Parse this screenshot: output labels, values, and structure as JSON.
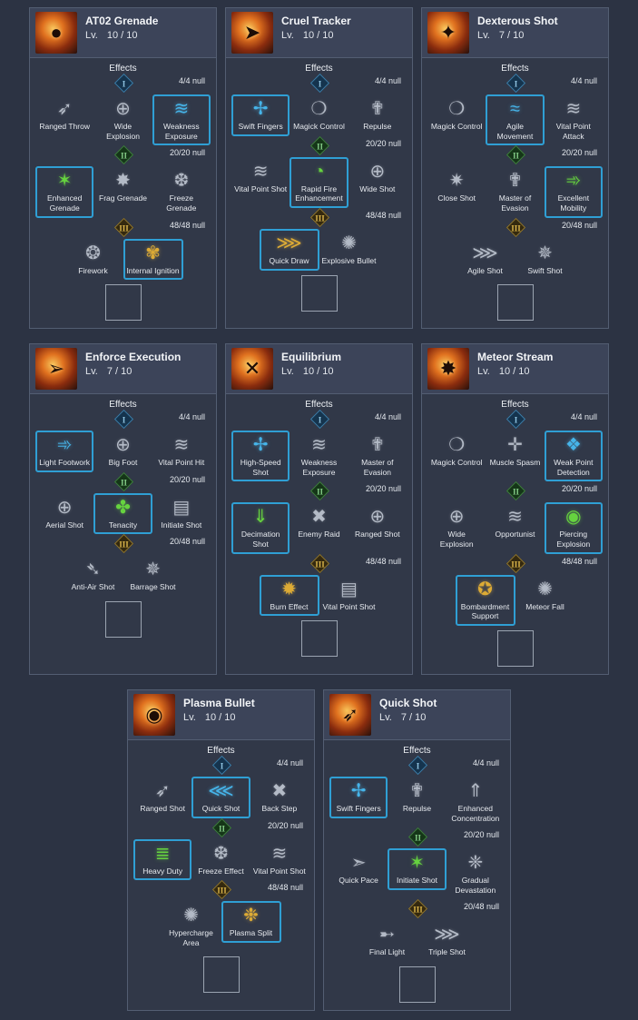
{
  "page": {
    "bg": "#2c3343",
    "highlight_border": "#2f9fd4"
  },
  "labels": {
    "effects": "Effects",
    "level_prefix": "Lv."
  },
  "cards": [
    {
      "title": "AT02 Grenade",
      "level": "10 / 10",
      "art_glyph": "●",
      "tiers": [
        {
          "numeral": "I",
          "count": "4/4 null",
          "skills": [
            {
              "name": "Ranged Throw",
              "glyph": "➶",
              "state": "normal"
            },
            {
              "name": "Wide Explosion",
              "glyph": "⊕",
              "state": "normal"
            },
            {
              "name": "Weakness Exposure",
              "glyph": "≋",
              "state": "blue"
            }
          ]
        },
        {
          "numeral": "II",
          "count": "20/20 null",
          "skills": [
            {
              "name": "Enhanced Grenade",
              "glyph": "✶",
              "state": "green"
            },
            {
              "name": "Frag Grenade",
              "glyph": "✸",
              "state": "normal"
            },
            {
              "name": "Freeze Grenade",
              "glyph": "❆",
              "state": "normal"
            }
          ]
        },
        {
          "numeral": "III",
          "count": "48/48 null",
          "skills": [
            {
              "name": "Firework",
              "glyph": "❂",
              "state": "normal"
            },
            {
              "name": "Internal Ignition",
              "glyph": "✾",
              "state": "gold"
            }
          ]
        }
      ]
    },
    {
      "title": "Cruel Tracker",
      "level": "10 / 10",
      "art_glyph": "➤",
      "tiers": [
        {
          "numeral": "I",
          "count": "4/4 null",
          "skills": [
            {
              "name": "Swift Fingers",
              "glyph": "✢",
              "state": "blue"
            },
            {
              "name": "Magick Control",
              "glyph": "❍",
              "state": "normal"
            },
            {
              "name": "Repulse",
              "glyph": "✟",
              "state": "normal"
            }
          ]
        },
        {
          "numeral": "II",
          "count": "20/20 null",
          "skills": [
            {
              "name": "Vital Point Shot",
              "glyph": "≋",
              "state": "normal"
            },
            {
              "name": "Rapid Fire Enhancement",
              "glyph": "◔",
              "state": "green"
            },
            {
              "name": "Wide Shot",
              "glyph": "⊕",
              "state": "normal"
            }
          ]
        },
        {
          "numeral": "III",
          "count": "48/48 null",
          "skills": [
            {
              "name": "Quick Draw",
              "glyph": "⋙",
              "state": "gold"
            },
            {
              "name": "Explosive Bullet",
              "glyph": "✺",
              "state": "normal"
            }
          ]
        }
      ]
    },
    {
      "title": "Dexterous Shot",
      "level": "7 / 10",
      "art_glyph": "✦",
      "tiers": [
        {
          "numeral": "I",
          "count": "4/4 null",
          "skills": [
            {
              "name": "Magick Control",
              "glyph": "❍",
              "state": "normal"
            },
            {
              "name": "Agile Movement",
              "glyph": "≈",
              "state": "blue"
            },
            {
              "name": "Vital Point Attack",
              "glyph": "≋",
              "state": "normal"
            }
          ]
        },
        {
          "numeral": "II",
          "count": "20/20 null",
          "skills": [
            {
              "name": "Close Shot",
              "glyph": "✷",
              "state": "normal"
            },
            {
              "name": "Master of Evasion",
              "glyph": "✟",
              "state": "normal"
            },
            {
              "name": "Excellent Mobility",
              "glyph": "➾",
              "state": "green"
            }
          ]
        },
        {
          "numeral": "III",
          "count": "20/48 null",
          "skills": [
            {
              "name": "Agile Shot",
              "glyph": "⋙",
              "state": "normal"
            },
            {
              "name": "Swift Shot",
              "glyph": "✵",
              "state": "normal"
            }
          ]
        }
      ]
    },
    {
      "title": "Enforce Execution",
      "level": "7 / 10",
      "art_glyph": "➢",
      "tiers": [
        {
          "numeral": "I",
          "count": "4/4 null",
          "skills": [
            {
              "name": "Light Footwork",
              "glyph": "➾",
              "state": "blue"
            },
            {
              "name": "Big Foot",
              "glyph": "⊕",
              "state": "normal"
            },
            {
              "name": "Vital Point Hit",
              "glyph": "≋",
              "state": "normal"
            }
          ]
        },
        {
          "numeral": "II",
          "count": "20/20 null",
          "skills": [
            {
              "name": "Aerial Shot",
              "glyph": "⊕",
              "state": "normal"
            },
            {
              "name": "Tenacity",
              "glyph": "✤",
              "state": "green"
            },
            {
              "name": "Initiate Shot",
              "glyph": "▤",
              "state": "normal"
            }
          ]
        },
        {
          "numeral": "III",
          "count": "20/48 null",
          "skills": [
            {
              "name": "Anti-Air Shot",
              "glyph": "➴",
              "state": "normal"
            },
            {
              "name": "Barrage Shot",
              "glyph": "✵",
              "state": "normal"
            }
          ]
        }
      ]
    },
    {
      "title": "Equilibrium",
      "level": "10 / 10",
      "art_glyph": "✕",
      "tiers": [
        {
          "numeral": "I",
          "count": "4/4 null",
          "skills": [
            {
              "name": "High-Speed Shot",
              "glyph": "✢",
              "state": "blue"
            },
            {
              "name": "Weakness Exposure",
              "glyph": "≋",
              "state": "normal"
            },
            {
              "name": "Master of Evasion",
              "glyph": "✟",
              "state": "normal"
            }
          ]
        },
        {
          "numeral": "II",
          "count": "20/20 null",
          "skills": [
            {
              "name": "Decimation Shot",
              "glyph": "⇓",
              "state": "green"
            },
            {
              "name": "Enemy Raid",
              "glyph": "✖",
              "state": "normal"
            },
            {
              "name": "Ranged Shot",
              "glyph": "⊕",
              "state": "normal"
            }
          ]
        },
        {
          "numeral": "III",
          "count": "48/48 null",
          "skills": [
            {
              "name": "Burn Effect",
              "glyph": "✹",
              "state": "gold"
            },
            {
              "name": "Vital Point Shot",
              "glyph": "▤",
              "state": "normal"
            }
          ]
        }
      ]
    },
    {
      "title": "Meteor Stream",
      "level": "10 / 10",
      "art_glyph": "✸",
      "tiers": [
        {
          "numeral": "I",
          "count": "4/4 null",
          "skills": [
            {
              "name": "Magick Control",
              "glyph": "❍",
              "state": "normal"
            },
            {
              "name": "Muscle Spasm",
              "glyph": "✛",
              "state": "normal"
            },
            {
              "name": "Weak Point Detection",
              "glyph": "❖",
              "state": "blue"
            }
          ]
        },
        {
          "numeral": "II",
          "count": "20/20 null",
          "skills": [
            {
              "name": "Wide Explosion",
              "glyph": "⊕",
              "state": "normal"
            },
            {
              "name": "Opportunist",
              "glyph": "≋",
              "state": "normal"
            },
            {
              "name": "Piercing Explosion",
              "glyph": "◉",
              "state": "green"
            }
          ]
        },
        {
          "numeral": "III",
          "count": "48/48 null",
          "skills": [
            {
              "name": "Bombardment Support",
              "glyph": "✪",
              "state": "gold"
            },
            {
              "name": "Meteor Fall",
              "glyph": "✺",
              "state": "normal"
            }
          ]
        }
      ]
    },
    {
      "title": "Plasma Bullet",
      "level": "10 / 10",
      "art_glyph": "◉",
      "tiers": [
        {
          "numeral": "I",
          "count": "4/4 null",
          "skills": [
            {
              "name": "Ranged Shot",
              "glyph": "➶",
              "state": "normal"
            },
            {
              "name": "Quick Shot",
              "glyph": "⋘",
              "state": "blue"
            },
            {
              "name": "Back Step",
              "glyph": "✖",
              "state": "normal"
            }
          ]
        },
        {
          "numeral": "II",
          "count": "20/20 null",
          "skills": [
            {
              "name": "Heavy Duty",
              "glyph": "≣",
              "state": "green"
            },
            {
              "name": "Freeze Effect",
              "glyph": "❆",
              "state": "normal"
            },
            {
              "name": "Vital Point Shot",
              "glyph": "≋",
              "state": "normal"
            }
          ]
        },
        {
          "numeral": "III",
          "count": "48/48 null",
          "skills": [
            {
              "name": "Hypercharge Area",
              "glyph": "✺",
              "state": "normal"
            },
            {
              "name": "Plasma Split",
              "glyph": "❉",
              "state": "gold"
            }
          ]
        }
      ]
    },
    {
      "title": "Quick Shot",
      "level": "7 / 10",
      "art_glyph": "➶",
      "tiers": [
        {
          "numeral": "I",
          "count": "4/4 null",
          "skills": [
            {
              "name": "Swift Fingers",
              "glyph": "✢",
              "state": "blue"
            },
            {
              "name": "Repulse",
              "glyph": "✟",
              "state": "normal"
            },
            {
              "name": "Enhanced Concentration",
              "glyph": "⇑",
              "state": "normal"
            }
          ]
        },
        {
          "numeral": "II",
          "count": "20/20 null",
          "skills": [
            {
              "name": "Quick Pace",
              "glyph": "➣",
              "state": "normal"
            },
            {
              "name": "Initiate Shot",
              "glyph": "✶",
              "state": "green"
            },
            {
              "name": "Gradual Devastation",
              "glyph": "❈",
              "state": "normal"
            }
          ]
        },
        {
          "numeral": "III",
          "count": "20/48 null",
          "skills": [
            {
              "name": "Final Light",
              "glyph": "➸",
              "state": "normal"
            },
            {
              "name": "Triple Shot",
              "glyph": "⋙",
              "state": "normal"
            }
          ]
        }
      ]
    }
  ]
}
